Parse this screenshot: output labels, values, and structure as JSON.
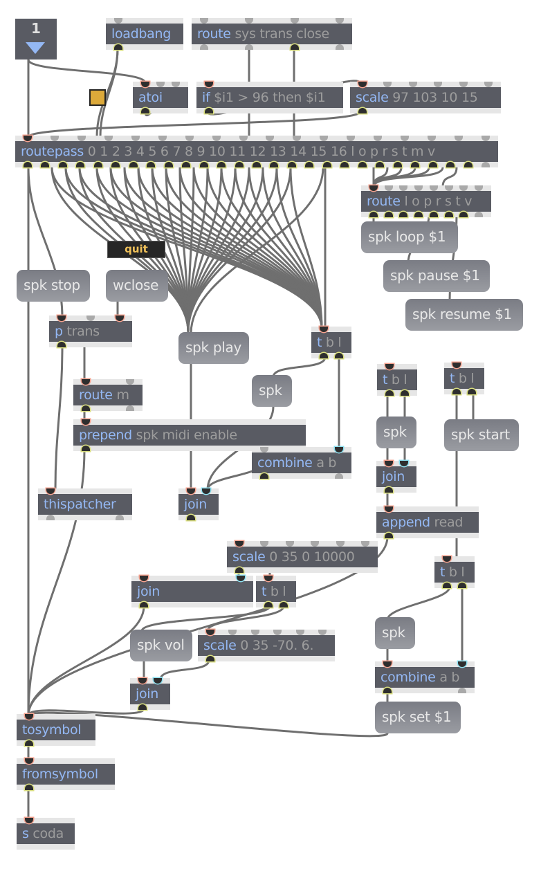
{
  "number_box": {
    "value": "1"
  },
  "toggle": {
    "state": "on",
    "color": "#dca93a"
  },
  "comment": {
    "text": "quit"
  },
  "objects": {
    "loadbang": {
      "cls": "loadbang",
      "args": ""
    },
    "route_sys": {
      "cls": "route",
      "args": "sys trans close"
    },
    "atoi": {
      "cls": "atoi",
      "args": ""
    },
    "if_obj": {
      "cls": "if",
      "args": "$i1 > 96 then $i1"
    },
    "scale1": {
      "cls": "scale",
      "args": "97 103 10 15"
    },
    "routepass": {
      "cls": "routepass",
      "args": "0 1 2 3 4 5 6 7 8 9 10 11 12 13 14 15 16 l o p r s t m v"
    },
    "route_lo": {
      "cls": "route",
      "args": "l o p r s t v"
    },
    "p_trans": {
      "cls": "p",
      "args": "trans"
    },
    "route_m": {
      "cls": "route",
      "args": "m"
    },
    "prepend": {
      "cls": "prepend",
      "args": "spk midi enable"
    },
    "thispatcher": {
      "cls": "thispatcher",
      "args": ""
    },
    "t1": {
      "cls": "t",
      "args": "b l"
    },
    "combine1": {
      "cls": "combine",
      "args": "a b"
    },
    "join1": {
      "cls": "join",
      "args": ""
    },
    "t2": {
      "cls": "t",
      "args": "b l"
    },
    "t3": {
      "cls": "t",
      "args": "b l"
    },
    "join2": {
      "cls": "join",
      "args": ""
    },
    "append": {
      "cls": "append",
      "args": "read"
    },
    "scale2": {
      "cls": "scale",
      "args": "0 35 0 10000"
    },
    "join3": {
      "cls": "join",
      "args": ""
    },
    "t4": {
      "cls": "t",
      "args": "b l"
    },
    "scale3": {
      "cls": "scale",
      "args": "0 35 -70. 6."
    },
    "join4": {
      "cls": "join",
      "args": ""
    },
    "t5": {
      "cls": "t",
      "args": "b l"
    },
    "combine2": {
      "cls": "combine",
      "args": "a b"
    },
    "tosymbol": {
      "cls": "tosymbol",
      "args": ""
    },
    "fromsymbol": {
      "cls": "fromsymbol",
      "args": ""
    },
    "send": {
      "cls": "s",
      "args": "coda"
    }
  },
  "messages": {
    "spk_stop": "spk stop",
    "wclose": "wclose",
    "spk_play": "spk play",
    "spk_loop": "spk loop $1",
    "spk_pause": "spk pause $1",
    "spk_resume": "spk resume $1",
    "spk1": "spk",
    "spk2": "spk",
    "spk_start": "spk start",
    "spk_vol": "spk vol",
    "spk3": "spk",
    "spk_set": "spk set $1"
  },
  "colors": {
    "object_bg": "#595b63",
    "class_text": "#94b8f4",
    "arg_text": "#9d9d9d",
    "cord": "#6f6f6f",
    "message_bg": "#8a8c92"
  }
}
